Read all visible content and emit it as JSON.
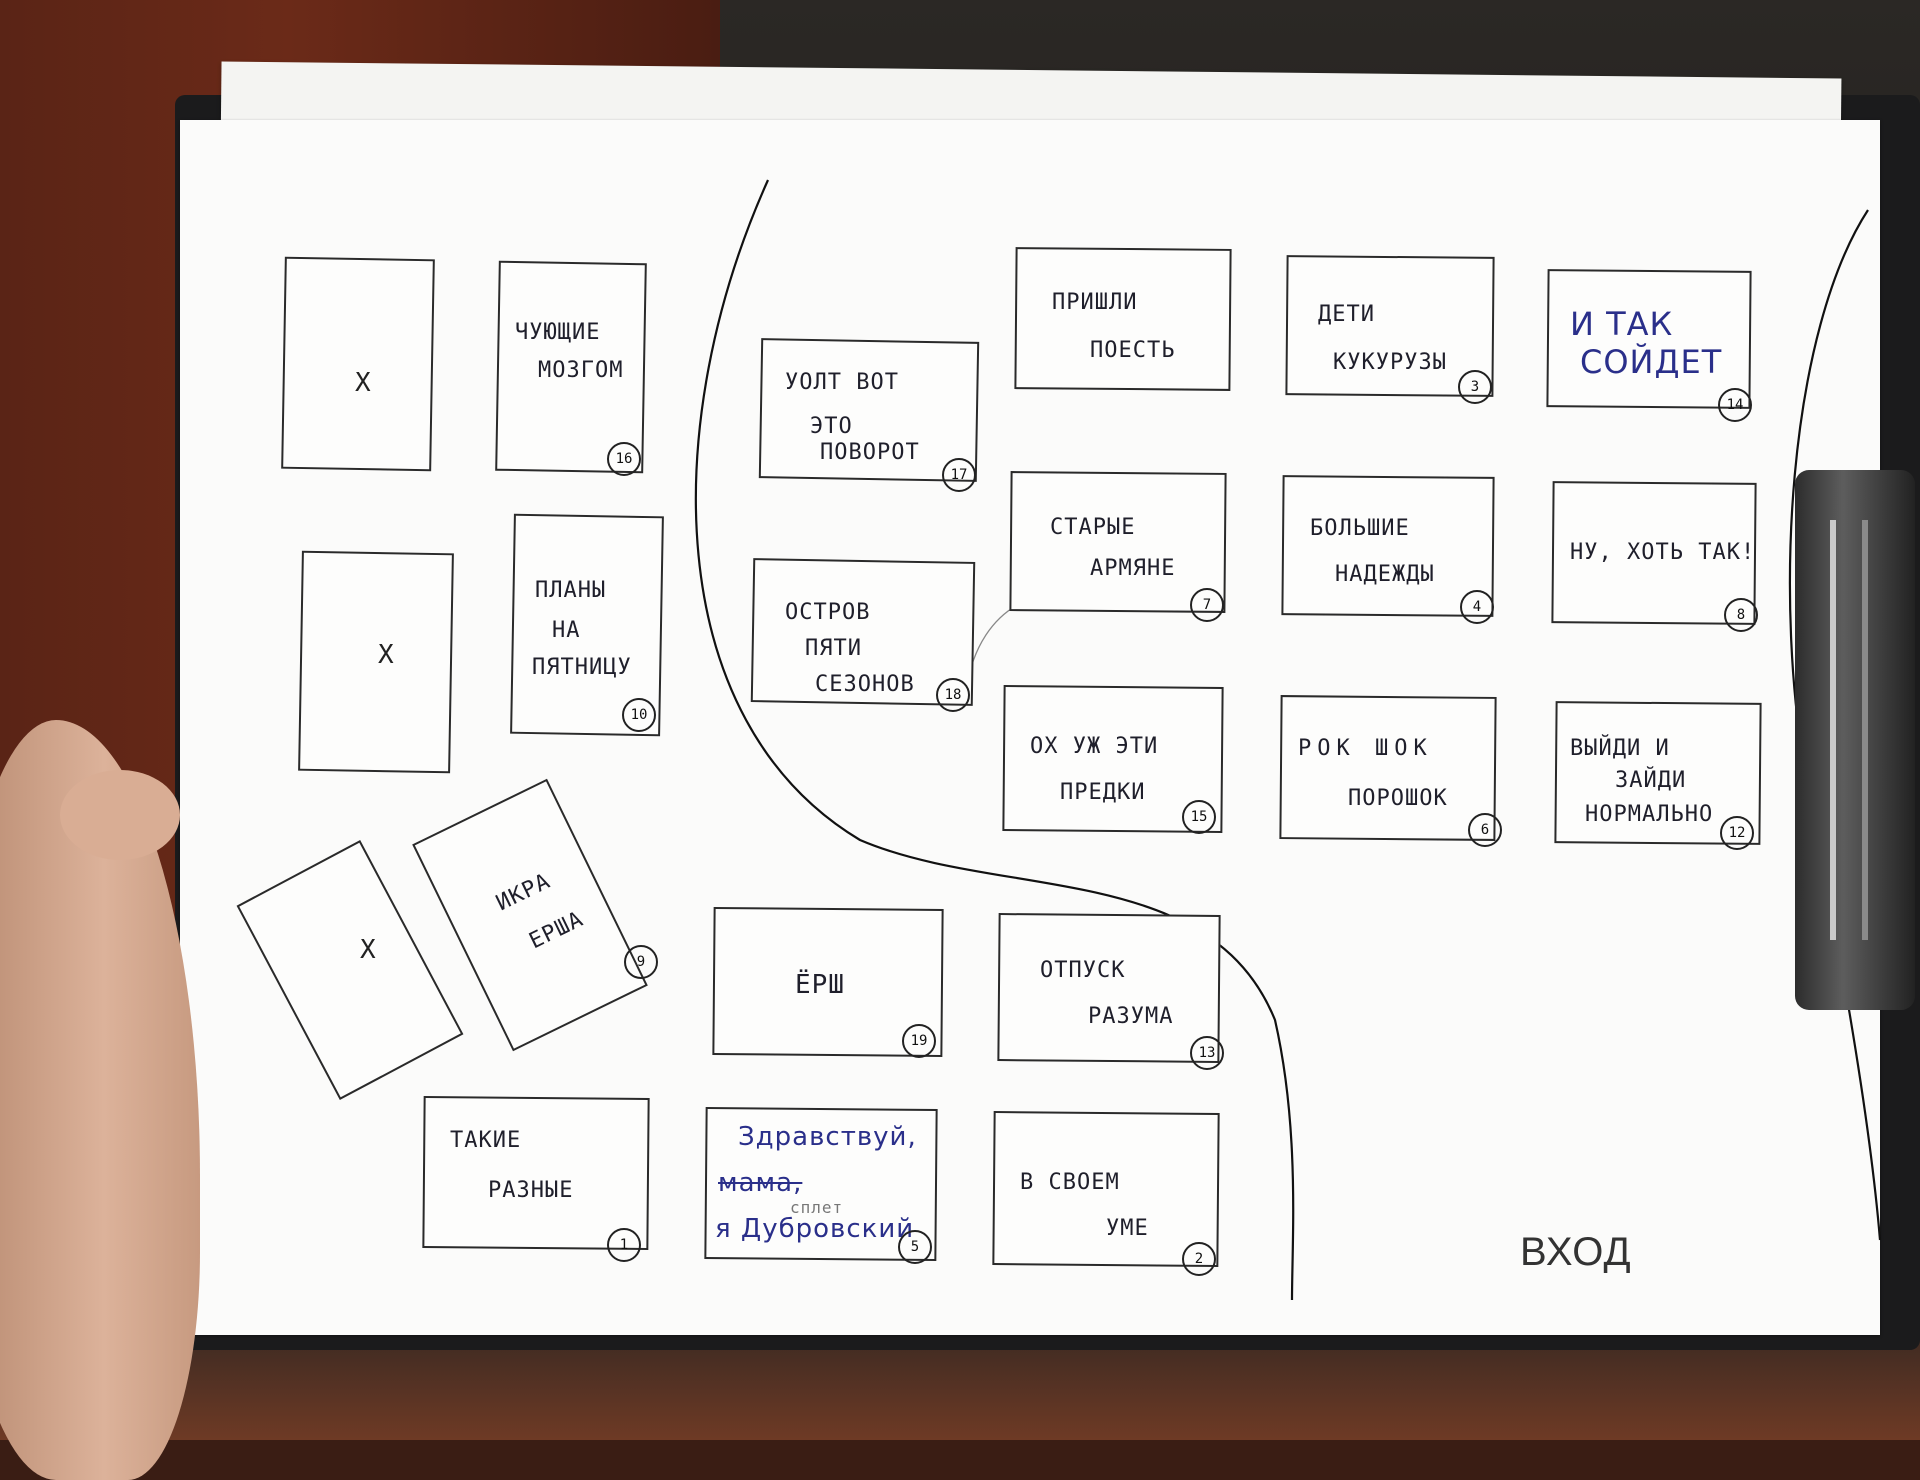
{
  "entrance_label": "ВХОД",
  "x_marker": "Х",
  "tables": [
    {
      "id": "t16",
      "lines": [
        "ЧУЮЩИЕ",
        "МОЗГОМ"
      ],
      "number": "16"
    },
    {
      "id": "t17",
      "lines": [
        "УОЛТ ВОТ",
        "ЭТО",
        "ПОВОРОТ"
      ],
      "number": "17"
    },
    {
      "id": "t10",
      "lines": [
        "ПЛАНЫ",
        "НА",
        "ПЯТНИЦУ"
      ],
      "number": "10"
    },
    {
      "id": "t18",
      "lines": [
        "ОСТРОВ",
        "ПЯТИ",
        "СЕЗОНОВ"
      ],
      "number": "18"
    },
    {
      "id": "t9",
      "lines": [
        "ИКРА",
        "ЕРША"
      ],
      "number": "9"
    },
    {
      "id": "t19",
      "lines": [
        "ЁРШ"
      ],
      "number": "19"
    },
    {
      "id": "t1",
      "lines": [
        "ТАКИЕ",
        "РАЗНЫЕ"
      ],
      "number": "1"
    },
    {
      "id": "t5",
      "lines": [
        "Здравствуй,",
        "мама,",
        "я Дубровский"
      ],
      "number": "5"
    },
    {
      "id": "t20",
      "lines": [
        "ПРИШЛИ",
        "ПОЕСТЬ"
      ],
      "number": ""
    },
    {
      "id": "t3",
      "lines": [
        "ДЕТИ",
        "КУКУРУЗЫ"
      ],
      "number": "3"
    },
    {
      "id": "t14",
      "lines": [
        "И ТАК",
        "СОЙДЕТ"
      ],
      "number": "14"
    },
    {
      "id": "t7",
      "lines": [
        "СТАРЫЕ",
        "АРМЯНЕ"
      ],
      "number": "7"
    },
    {
      "id": "t4",
      "lines": [
        "БОЛЬШИЕ",
        "НАДЕЖДЫ"
      ],
      "number": "4"
    },
    {
      "id": "t8",
      "lines": [
        "НУ, ХОТЬ ТАК!"
      ],
      "number": "8"
    },
    {
      "id": "t15",
      "lines": [
        "ОХ УЖ ЭТИ",
        "ПРЕДКИ"
      ],
      "number": "15"
    },
    {
      "id": "t6",
      "lines": [
        "РОК ШОК",
        "ПОРОШОК"
      ],
      "number": "6"
    },
    {
      "id": "t12",
      "lines": [
        "ВЫЙДИ И",
        "ЗАЙДИ",
        "НОРМАЛЬНО"
      ],
      "number": "12"
    },
    {
      "id": "t13",
      "lines": [
        "ОТПУСК",
        "РАЗУМА"
      ],
      "number": "13"
    },
    {
      "id": "t2",
      "lines": [
        "В СВОЕМ",
        "УМЕ"
      ],
      "number": "2"
    }
  ],
  "overlay_text": {
    "t5_insert": "сплет"
  }
}
